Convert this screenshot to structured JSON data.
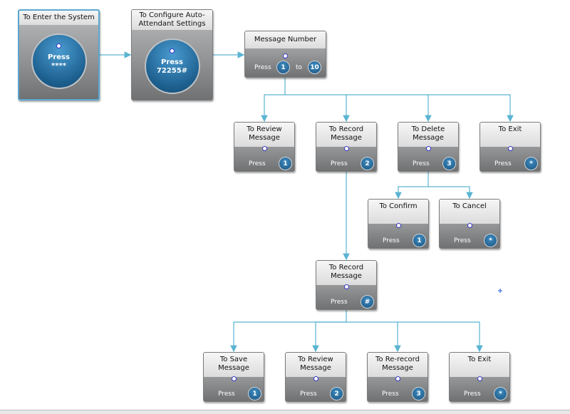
{
  "connector_color": "#5ab4d2",
  "nodes": {
    "enter": {
      "title": "To Enter the System",
      "press": "Press",
      "key": "****"
    },
    "configure": {
      "title": "To Configure Auto-Attendant Settings",
      "press": "Press",
      "key": "72255#"
    },
    "message_number": {
      "title": "Message Number",
      "press": "Press",
      "from": "1",
      "to_label": "to",
      "to": "10"
    },
    "review": {
      "title": "To Review Message",
      "press": "Press",
      "key": "1"
    },
    "record": {
      "title": "To Record Message",
      "press": "Press",
      "key": "2"
    },
    "delete": {
      "title": "To Delete Message",
      "press": "Press",
      "key": "3"
    },
    "exit": {
      "title": "To Exit",
      "press": "Press",
      "key": "*"
    },
    "confirm": {
      "title": "To Confirm",
      "press": "Press",
      "key": "1"
    },
    "cancel": {
      "title": "To Cancel",
      "press": "Press",
      "key": "*"
    },
    "record2": {
      "title": "To Record Message",
      "press": "Press",
      "key": "#"
    },
    "save": {
      "title": "To Save Message",
      "press": "Press",
      "key": "1"
    },
    "review2": {
      "title": "To Review Message",
      "press": "Press",
      "key": "2"
    },
    "rerecord": {
      "title": "To Re-record Message",
      "press": "Press",
      "key": "3"
    },
    "exit2": {
      "title": "To Exit",
      "press": "Press",
      "key": "*"
    }
  }
}
